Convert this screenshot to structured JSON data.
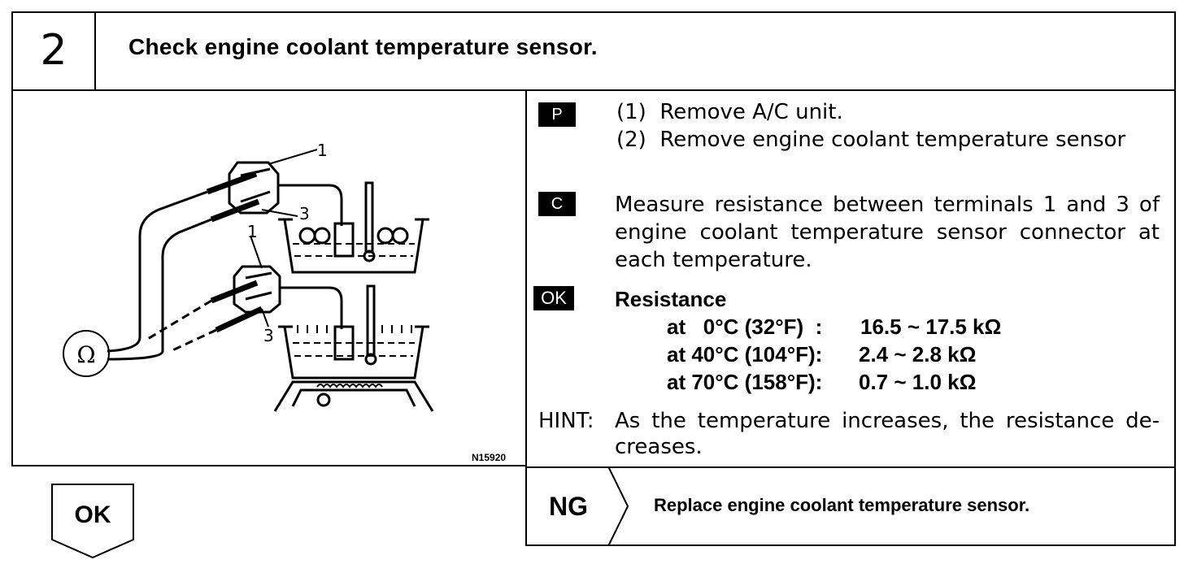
{
  "step": {
    "number": "2",
    "title": "Check engine coolant temperature sensor."
  },
  "figure": {
    "code": "N15920",
    "ohm_symbol": "Ω",
    "terminal_labels": [
      "1",
      "3",
      "1",
      "3"
    ]
  },
  "prepare": {
    "tag": "P",
    "items": [
      "(1)  Remove A/C unit.",
      "(2)  Remove engine coolant temperature sensor"
    ]
  },
  "check": {
    "tag": "C",
    "lines": [
      "Measure resistance between terminals 1 and 3 of",
      "engine coolant temperature sensor connector at",
      "each temperature."
    ]
  },
  "ok_spec": {
    "tag": "OK",
    "heading": "Resistance",
    "rows": [
      {
        "cond": "at   0°C (32°F)  :",
        "value": "16.5 ~ 17.5 kΩ"
      },
      {
        "cond": "at 40°C (104°F):",
        "value": "2.4 ~ 2.8 kΩ"
      },
      {
        "cond": "at 70°C (158°F):",
        "value": "0.7 ~ 1.0 kΩ"
      }
    ]
  },
  "hint": {
    "label": "HINT:",
    "lines": [
      "As the temperature increases, the resistance de-",
      "creases."
    ]
  },
  "ok_result": {
    "label": "OK"
  },
  "ng_result": {
    "label": "NG",
    "action": "Replace engine coolant temperature sensor."
  }
}
